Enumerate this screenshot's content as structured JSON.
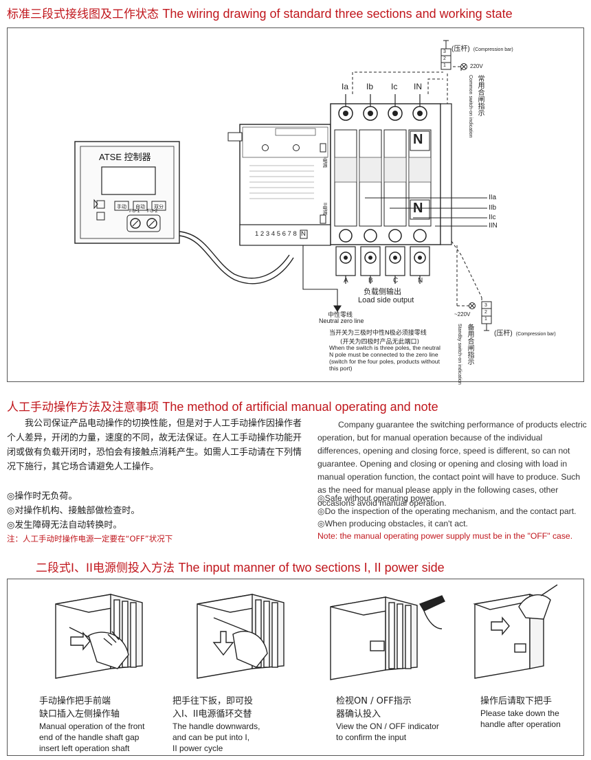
{
  "section1": {
    "title_cn": "标准三段式接线图及工作状态",
    "title_en": "The wiring drawing of standard three sections and working state"
  },
  "diagram": {
    "controller_label": "ATSE 控制器",
    "btn_manual": "手动",
    "btn_auto": "自动",
    "btn_double": "双分",
    "fu1": "FU-1",
    "fu2": "FU-2",
    "top_phases": [
      "Ia",
      "Ib",
      "Ic",
      "IN"
    ],
    "bottom_phases": [
      "A",
      "B",
      "C",
      "N"
    ],
    "side_phases": [
      "IIa",
      "IIb",
      "IIc",
      "IIN"
    ],
    "terminal_numbers": "1 2 3 4 5 6 7 8",
    "terminal_n": "N",
    "module_n": "N",
    "compression_bar_cn": "(压杆)",
    "compression_bar_en": "(Compression bar)",
    "volt_label": "220V",
    "volt_label_bottom": "~220V",
    "common_switch_cn": "常用合闸指示",
    "common_switch_en": "Common switch-on indication",
    "standby_switch_cn": "备用合闸指示",
    "standby_switch_en": "Standby switch-on indication",
    "load_cn": "负载侧输出",
    "load_en": "Load side output",
    "neutral_cn": "中性零线",
    "neutral_en": "Neutral zero line",
    "pole_note_cn1": "当开关为三极时中性N极必须接零线",
    "pole_note_cn2": "(开关为四极时产品无此端口)",
    "pole_note_en": "When the switch is three poles, the neutral N pole must be connected to the zero line (switch for the four poles, products without this port)",
    "power_i_cn": "I电源",
    "power_ii_cn": "II电源",
    "term_labels": [
      "1",
      "2",
      "3"
    ]
  },
  "section2": {
    "title_cn": "人工手动操作方法及注意事项",
    "title_en": "The method of artificial manual operating and note",
    "cn_para": "我公司保证产品电动操作的切换性能，但是对于人工手动操作因操作者个人差异，开闭的力量，速度的不同，故无法保证。在人工手动操作功能开闭或做有负载开闭时，恐怕会有接触点消耗产生。如需人工手动请在下列情况下施行，其它场合请避免人工操作。",
    "cn_items": [
      "◎操作时无负荷。",
      "◎对操作机构、接触部做检查时。",
      "◎发生障碍无法自动转换时。"
    ],
    "cn_note": "注：人工手动时操作电源一定要在“OFF”状况下",
    "en_para": "Company guarantee the switching performance of products electric operation, but for manual operation because of the individual differences, opening and closing force, speed is different, so can not guarantee. Opening and closing or opening and closing with load in manual operation function, the contact point will have to produce. Such as the need for manual please apply in the following cases, other occasions avoid manual operation.",
    "en_items": [
      "◎Safe without operating power.",
      "◎Do the inspection of the operating mechanism, and the contact part.",
      "◎When producing obstacles, it can't act."
    ],
    "en_note": "Note: the manual operating power supply must be in the \"OFF\" case."
  },
  "section3": {
    "title_cn": "二段式I、II电源侧投入方法",
    "title_en": "The input manner of two sections I, II power side",
    "steps": [
      {
        "cn1": "手动操作把手前端",
        "cn2": "缺口插入左侧操作轴",
        "en": [
          "Manual operation of the front",
          "end of the handle shaft gap",
          "insert left operation shaft"
        ]
      },
      {
        "cn1": "把手往下扳，即可投",
        "cn2": "入I、II电源循环交替",
        "en": [
          "The handle downwards,",
          "and can be put into I,",
          "II power cycle"
        ]
      },
      {
        "cn1": "检视ON / OFF指示",
        "cn2": "器确认投入",
        "en": [
          "View the ON / OFF indicator",
          "to confirm the input"
        ]
      },
      {
        "cn1": "操作后请取下把手",
        "cn2": "",
        "en": [
          "Please take down the",
          "handle after operation"
        ]
      }
    ]
  },
  "colors": {
    "accent_red": "#c0161c",
    "line": "#222222",
    "panel_border": "#555555"
  }
}
